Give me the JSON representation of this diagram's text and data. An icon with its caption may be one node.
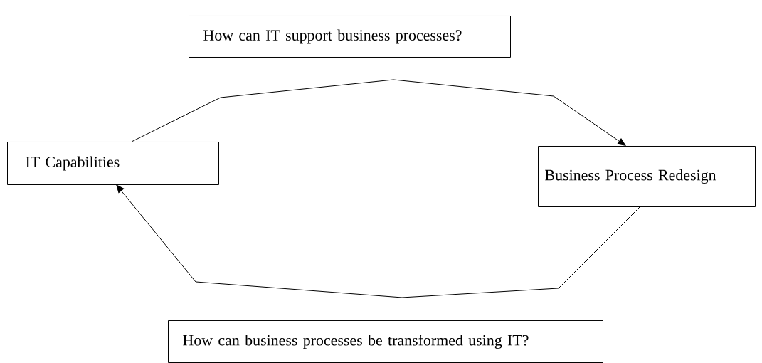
{
  "diagram": {
    "nodes": [
      {
        "text": [
          "How can IT support business processes?"
        ]
      },
      {
        "text": [
          "IT Capabilities"
        ]
      },
      {
        "text": [
          "Business Process Redesign"
        ]
      },
      {
        "text": [
          "How can business processes be transformed using IT?"
        ]
      }
    ],
    "edges": [
      {
        "from": 1,
        "to": 2,
        "arrow": "to"
      },
      {
        "from": 2,
        "to": 1,
        "arrow": "to"
      }
    ]
  }
}
